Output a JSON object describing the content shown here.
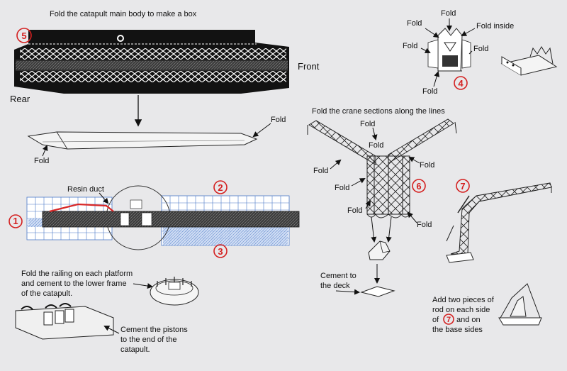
{
  "colors": {
    "background": "#e8e8ea",
    "ink": "#111111",
    "step_red": "#d42020",
    "parts_blue": "#4a78c8",
    "resin_red": "#d82828"
  },
  "header": {
    "title": "Fold the catapult main body to make a box"
  },
  "steps": {
    "s1": "1",
    "s2": "2",
    "s3": "3",
    "s4": "4",
    "s5": "5",
    "s6": "6",
    "s7": "7",
    "s7_inline": "7"
  },
  "catapult": {
    "front_label": "Front",
    "rear_label": "Rear",
    "fold_right": "Fold",
    "fold_left": "Fold"
  },
  "step4": {
    "fold_top": "Fold",
    "fold_left_upper": "Fold",
    "fold_inside": "Fold inside",
    "fold_left_lower": "Fold",
    "fold_right": "Fold",
    "fold_bottom": "Fold"
  },
  "crane": {
    "title": "Fold the crane sections along the lines",
    "fold_labels": [
      "Fold",
      "Fold",
      "Fold",
      "Fold",
      "Fold",
      "Fold",
      "Fold"
    ]
  },
  "platforms": {
    "resin_duct": "Resin duct",
    "railing_note": [
      "Fold the railing on each platform",
      "and cement to the lower frame",
      "of the catapult."
    ],
    "pistons_note": [
      "Cement the pistons",
      "to the end of the",
      "catapult."
    ]
  },
  "deck": {
    "note": [
      "Cement to",
      "the deck"
    ]
  },
  "rod": {
    "line1": "Add two pieces of",
    "line2": "rod on each side",
    "line3_pre": "of",
    "line3_post": "and on",
    "line4": "the base sides"
  }
}
